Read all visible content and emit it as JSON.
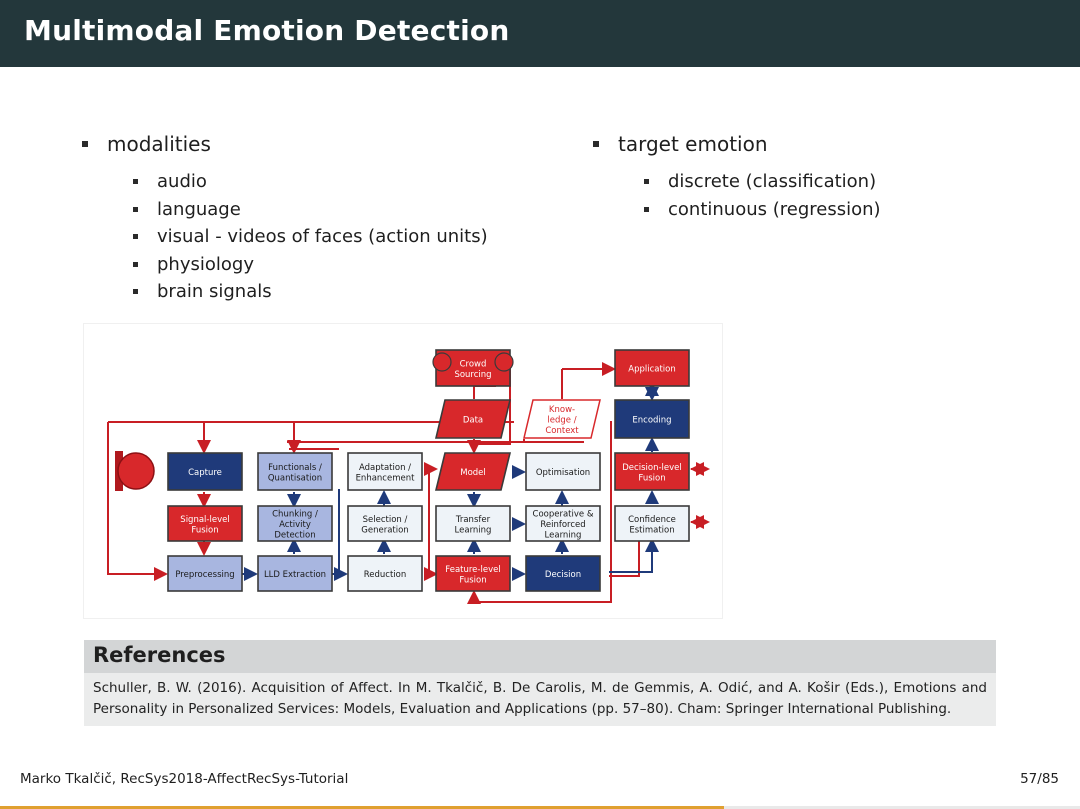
{
  "slide": {
    "title": "Multimodal Emotion Detection",
    "footer_author": "Marko Tkalčič, RecSys2018-AffectRecSys-Tutorial",
    "page_number": "57/85",
    "progress_fraction": 0.6706
  },
  "left_column": {
    "heading": "modalities",
    "items": [
      "audio",
      "language",
      "visual - videos of faces (action units)",
      "physiology",
      "brain signals"
    ]
  },
  "right_column": {
    "heading": "target emotion",
    "items": [
      "discrete (classification)",
      "continuous (regression)"
    ]
  },
  "diagram": {
    "nodes": [
      {
        "id": "crowd",
        "lines": [
          "Crowd",
          "Sourcing"
        ]
      },
      {
        "id": "application",
        "lines": [
          "Application"
        ]
      },
      {
        "id": "data",
        "lines": [
          "Data"
        ]
      },
      {
        "id": "knowledge",
        "lines": [
          "Know-",
          "ledge /",
          "Context"
        ]
      },
      {
        "id": "encoding",
        "lines": [
          "Encoding"
        ]
      },
      {
        "id": "capture",
        "lines": [
          "Capture"
        ]
      },
      {
        "id": "functionals",
        "lines": [
          "Functionals /",
          "Quantisation"
        ]
      },
      {
        "id": "adaptation",
        "lines": [
          "Adaptation /",
          "Enhancement"
        ]
      },
      {
        "id": "model",
        "lines": [
          "Model"
        ]
      },
      {
        "id": "optimisation",
        "lines": [
          "Optimisation"
        ]
      },
      {
        "id": "decisionfusion",
        "lines": [
          "Decision-level",
          "Fusion"
        ]
      },
      {
        "id": "signalfusion",
        "lines": [
          "Signal-level",
          "Fusion"
        ]
      },
      {
        "id": "chunking",
        "lines": [
          "Chunking /",
          "Activity",
          "Detection"
        ]
      },
      {
        "id": "selection",
        "lines": [
          "Selection /",
          "Generation"
        ]
      },
      {
        "id": "transfer",
        "lines": [
          "Transfer",
          "Learning"
        ]
      },
      {
        "id": "cooperative",
        "lines": [
          "Cooperative &",
          "Reinforced",
          "Learning"
        ]
      },
      {
        "id": "confidence",
        "lines": [
          "Confidence",
          "Estimation"
        ]
      },
      {
        "id": "preprocessing",
        "lines": [
          "Preprocessing"
        ]
      },
      {
        "id": "lld",
        "lines": [
          "LLD Extraction"
        ]
      },
      {
        "id": "reduction",
        "lines": [
          "Reduction"
        ]
      },
      {
        "id": "featurefusion",
        "lines": [
          "Feature-level",
          "Fusion"
        ]
      },
      {
        "id": "decision",
        "lines": [
          "Decision"
        ]
      }
    ]
  },
  "references": {
    "heading": "References",
    "text": "Schuller, B. W. (2016). Acquisition of Affect. In M. Tkalčič, B. De Carolis, M. de Gemmis, A. Odić, and A. Košir (Eds.), Emotions and Personality in Personalized Services: Models, Evaluation and Applications (pp. 57–80). Cham: Springer International Publishing."
  },
  "colors": {
    "title_bar": "#23373b",
    "red_box": "#d8282b",
    "navy_box": "#1f3a7a",
    "light_blue_box": "#a8b6e0",
    "light_box": "#eef3f8",
    "progress": "#e0a030"
  }
}
